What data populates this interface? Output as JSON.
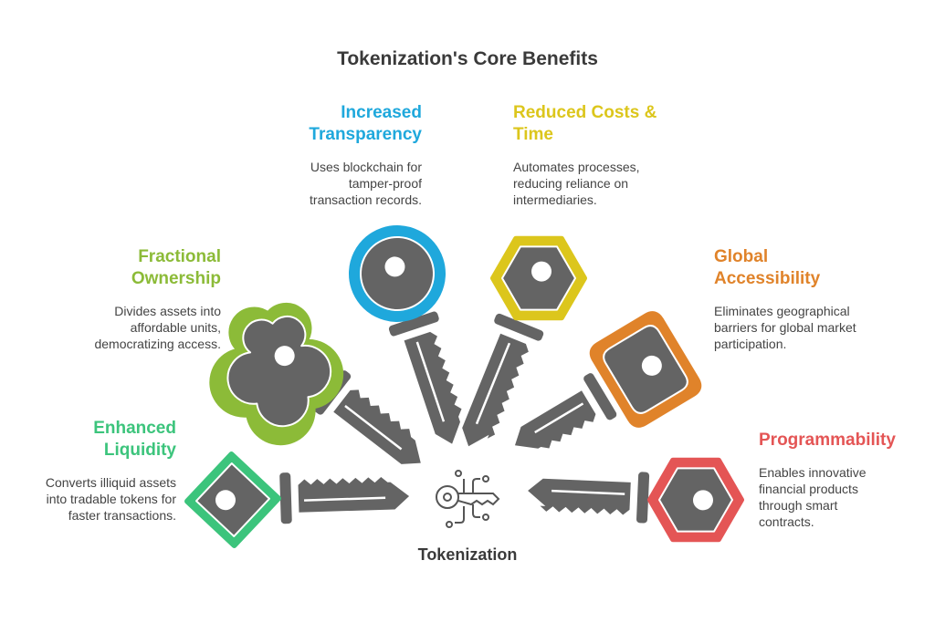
{
  "title": "Tokenization's Core Benefits",
  "center": {
    "label": "Tokenization",
    "icon": "digital-key-icon"
  },
  "benefits": [
    {
      "heading": "Enhanced Liquidity",
      "text": "Converts illiquid assets into tradable tokens for faster transactions.",
      "color": "#3cc47c"
    },
    {
      "heading": "Fractional Ownership",
      "text": "Divides assets into affordable units, democratizing access.",
      "color": "#8cbb38"
    },
    {
      "heading": "Increased Transparency",
      "text": "Uses blockchain for tamper-proof transaction records.",
      "color": "#1fa8dc"
    },
    {
      "heading": "Reduced Costs & Time",
      "text": "Automates processes, reducing reliance on intermediaries.",
      "color": "#dcc61c"
    },
    {
      "heading": "Global Accessibility",
      "text": "Eliminates geographical barriers for global market participation.",
      "color": "#e0832a"
    },
    {
      "heading": "Programmability",
      "text": "Enables innovative financial products through smart contracts.",
      "color": "#e45555"
    }
  ]
}
